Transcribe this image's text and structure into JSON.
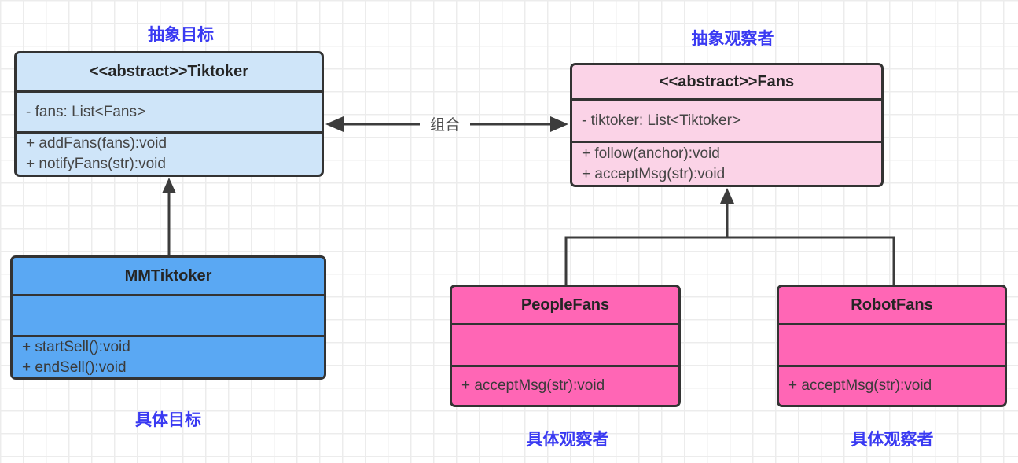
{
  "diagram": {
    "title_hint": "Observer pattern UML class diagram",
    "labels": {
      "abstract_subject": "抽象目标",
      "abstract_observer": "抽象观察者",
      "concrete_subject": "具体目标",
      "concrete_observer_left": "具体观察者",
      "concrete_observer_right": "具体观察者"
    },
    "relations": {
      "composition": "组合"
    },
    "classes": {
      "tiktoker": {
        "title": "<<abstract>>Tiktoker",
        "attributes": [
          "- fans: List<Fans>"
        ],
        "methods": [
          "+ addFans(fans):void",
          "+ notifyFans(str):void"
        ]
      },
      "fans": {
        "title": "<<abstract>>Fans",
        "attributes": [
          "- tiktoker: List<Tiktoker>"
        ],
        "methods": [
          "+ follow(anchor):void",
          "+ acceptMsg(str):void"
        ]
      },
      "mmtiktoker": {
        "title": "MMTiktoker",
        "attributes": [],
        "methods": [
          "+ startSell():void",
          "+ endSell():void"
        ]
      },
      "peoplefans": {
        "title": "PeopleFans",
        "attributes": [],
        "methods": [
          "+ acceptMsg(str):void"
        ]
      },
      "robotfans": {
        "title": "RobotFans",
        "attributes": [],
        "methods": [
          "+ acceptMsg(str):void"
        ]
      }
    },
    "colors": {
      "abstract_subject_fill": "#cfe5f9",
      "abstract_observer_fill": "#fbd3e7",
      "concrete_subject_fill": "#5aa8f3",
      "concrete_observer_fill": "#ff66b5",
      "box_border": "#333333",
      "connector": "#3c3c3c",
      "annotation_text": "#3a3af2",
      "member_text": "#454545",
      "grid_line": "#ececec",
      "background": "#ffffff"
    }
  }
}
